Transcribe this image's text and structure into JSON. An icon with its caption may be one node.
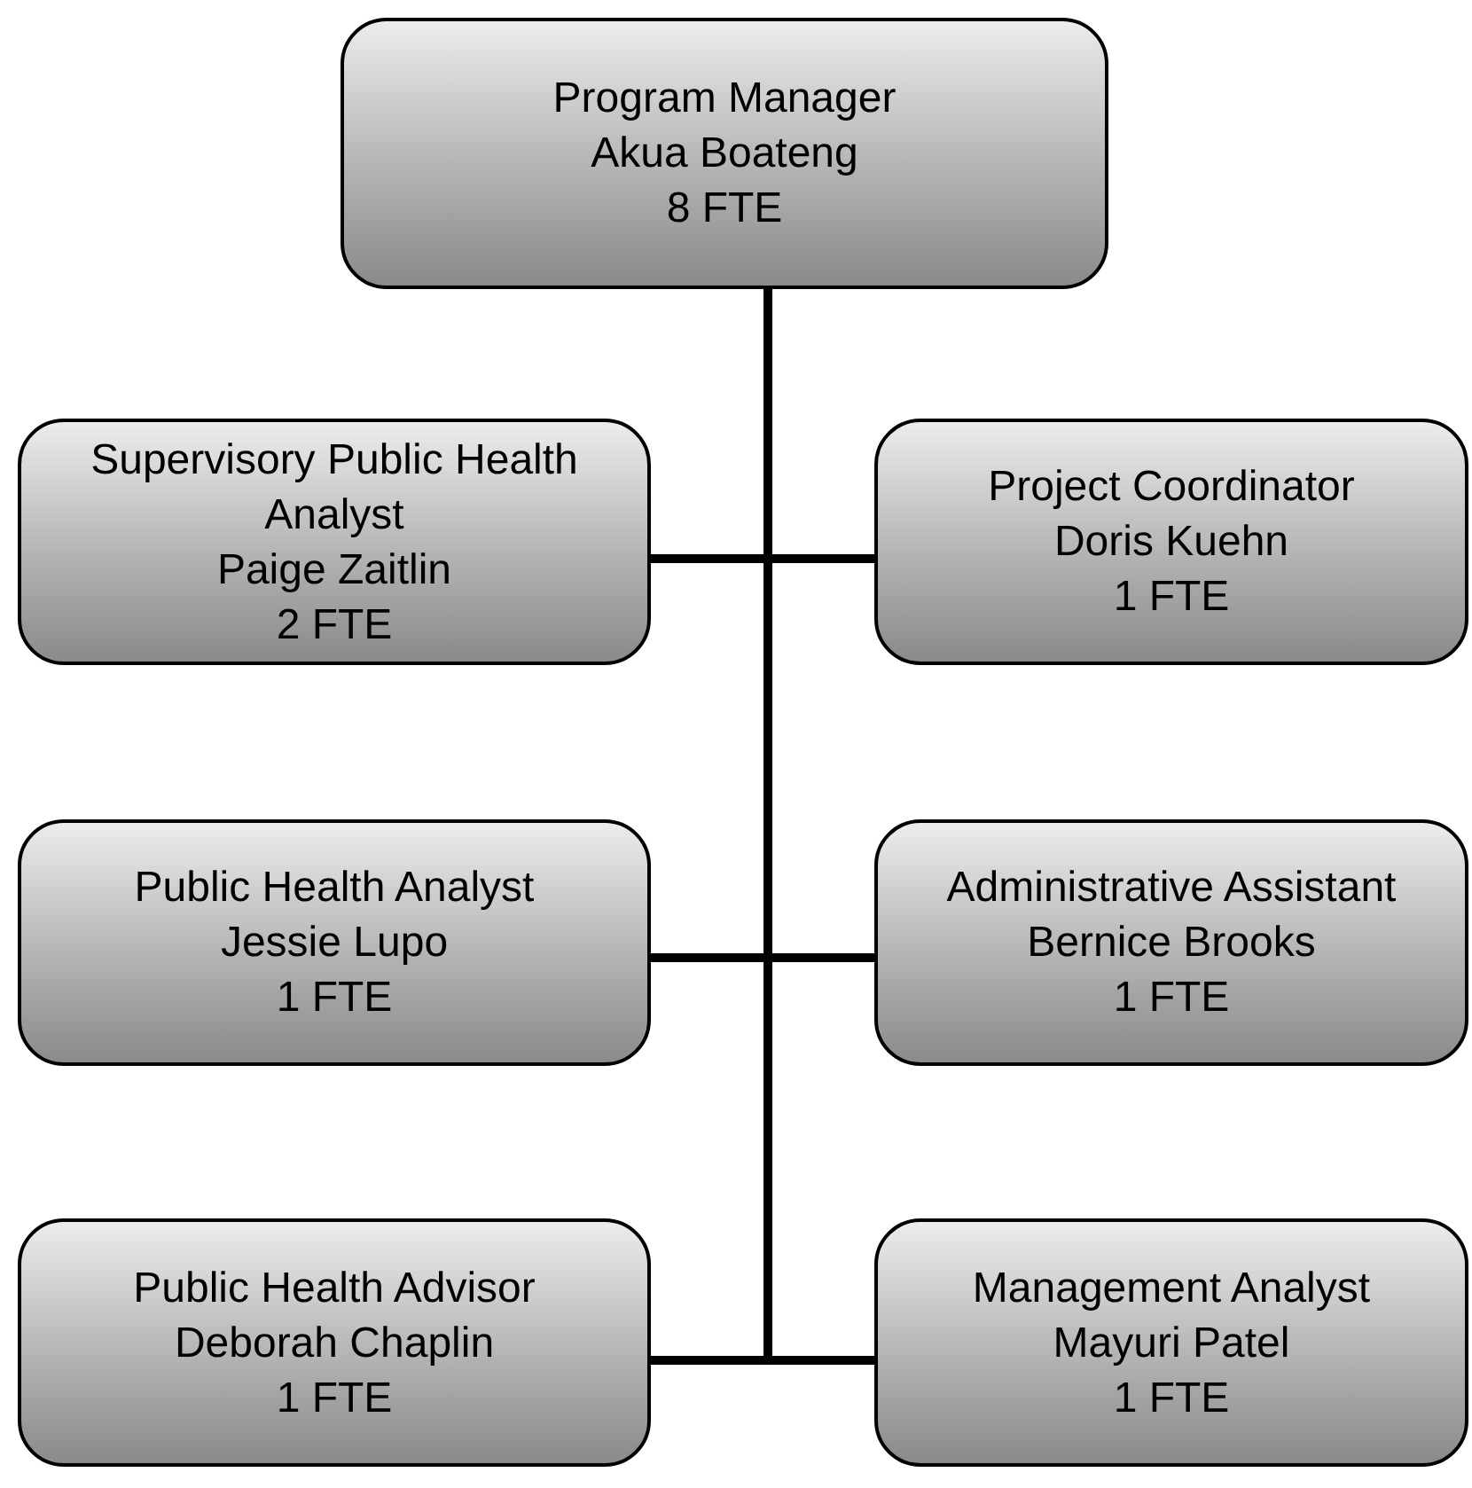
{
  "diagram": {
    "nodes": [
      {
        "text": [
          "Program Manager",
          "Akua Boateng",
          "8 FTE"
        ]
      },
      {
        "text": [
          "Supervisory Public Health Analyst",
          "Paige Zaitlin",
          "2 FTE"
        ]
      },
      {
        "text": [
          "Project Coordinator",
          "Doris Kuehn",
          "1 FTE"
        ]
      },
      {
        "text": [
          "Public Health Analyst",
          "Jessie Lupo",
          "1 FTE"
        ]
      },
      {
        "text": [
          "Administrative Assistant",
          "Bernice Brooks",
          "1 FTE"
        ]
      },
      {
        "text": [
          "Public Health Advisor",
          "Deborah Chaplin",
          "1 FTE"
        ]
      },
      {
        "text": [
          "Management Analyst",
          "Mayuri Patel",
          "1 FTE"
        ]
      }
    ],
    "edges": [
      {
        "from": 0,
        "to": 1,
        "arrow": "none"
      },
      {
        "from": 0,
        "to": 2,
        "arrow": "none"
      },
      {
        "from": 0,
        "to": 3,
        "arrow": "none"
      },
      {
        "from": 0,
        "to": 4,
        "arrow": "none"
      },
      {
        "from": 0,
        "to": 5,
        "arrow": "none"
      },
      {
        "from": 0,
        "to": 6,
        "arrow": "none"
      }
    ]
  }
}
